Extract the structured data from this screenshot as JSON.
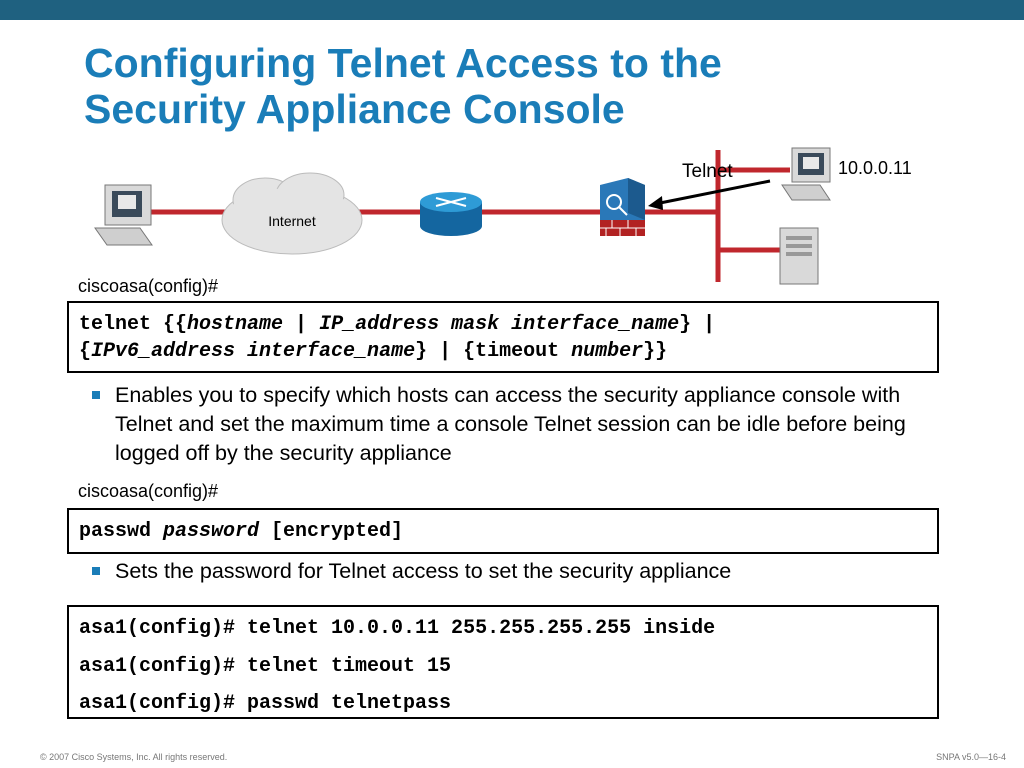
{
  "title": {
    "line1": "Configuring Telnet Access to the",
    "line2": "Security Appliance Console"
  },
  "diagram": {
    "internet_label": "Internet",
    "telnet_label": "Telnet",
    "host_ip": "10.0.0.11",
    "colors": {
      "link": "#c0272d",
      "router": "#1e8bc3",
      "firewall": "#2a78b8",
      "brick": "#b22222"
    }
  },
  "section1": {
    "prompt": "ciscoasa(config)#",
    "cmd": {
      "p1": "telnet {{",
      "p2": "hostname",
      "p3": " | ",
      "p4": "IP_address mask interface_name",
      "p5": "} |",
      "p6": "{",
      "p7": "IPv6_address interface_name",
      "p8": "} | {timeout ",
      "p9": "number",
      "p10": "}}"
    },
    "bullet": "Enables you to specify which hosts can access the security appliance console with Telnet and set the maximum time a console Telnet session can be idle before being logged off by the security appliance"
  },
  "section2": {
    "prompt": "ciscoasa(config)#",
    "cmd": {
      "p1": "passwd ",
      "p2": "password",
      "p3": " [encrypted]"
    },
    "bullet": "Sets the password for Telnet access to set the security appliance"
  },
  "example": {
    "lines": [
      "asa1(config)# telnet 10.0.0.11 255.255.255.255 inside",
      "asa1(config)# telnet timeout 15",
      "asa1(config)# passwd telnetpass"
    ]
  },
  "footer": {
    "copyright": "© 2007 Cisco Systems, Inc. All rights reserved.",
    "slide_id": "SNPA v5.0—16-4"
  },
  "colors": {
    "header_bar": "#1f6180",
    "title": "#1a7db8",
    "bullet": "#1a7db8"
  }
}
